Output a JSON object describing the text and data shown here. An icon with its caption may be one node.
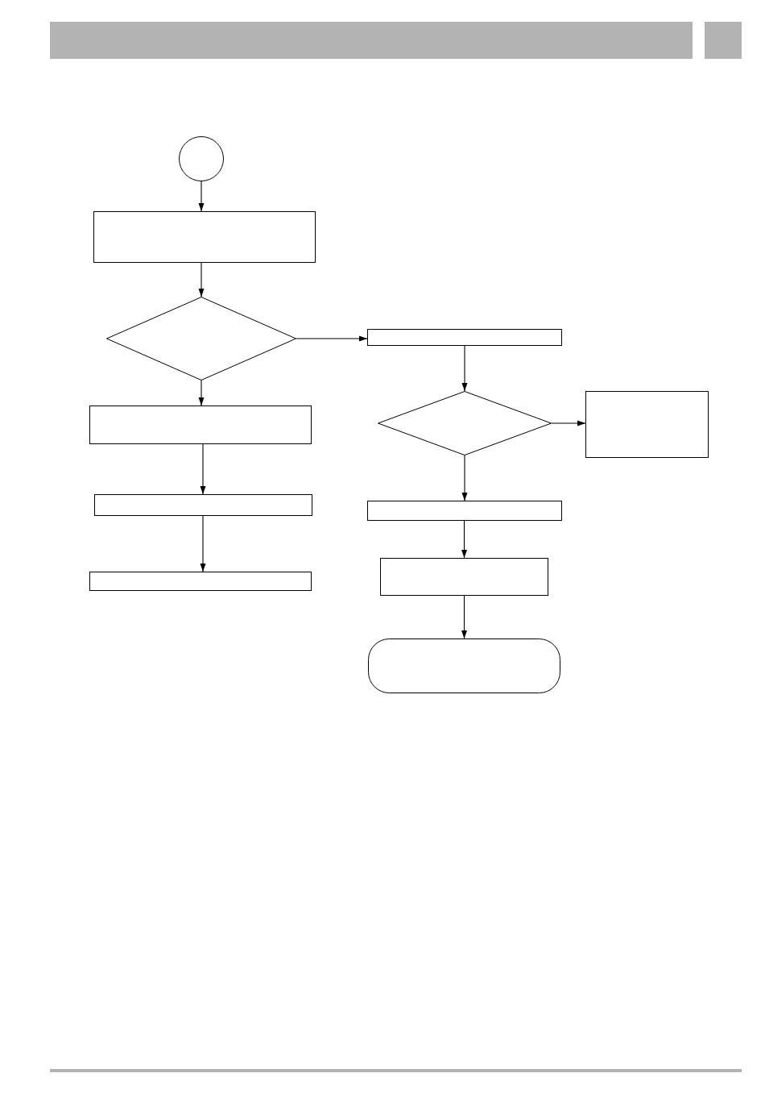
{
  "diagram": {
    "nodes": [
      {
        "text": [],
        "shape": "circle"
      },
      {
        "text": [],
        "shape": "box"
      },
      {
        "text": [],
        "shape": "diamond"
      },
      {
        "text": [],
        "shape": "box"
      },
      {
        "text": [],
        "shape": "diamond"
      },
      {
        "text": [],
        "shape": "box"
      },
      {
        "text": [],
        "shape": "box"
      },
      {
        "text": [],
        "shape": "box"
      },
      {
        "text": [],
        "shape": "box"
      },
      {
        "text": [],
        "shape": "box"
      },
      {
        "text": [],
        "shape": "box"
      },
      {
        "text": [],
        "shape": "pill"
      }
    ],
    "edges": [
      {
        "from": 0,
        "to": 1,
        "arrow": "to"
      },
      {
        "from": 1,
        "to": 2,
        "arrow": "to"
      },
      {
        "from": 2,
        "to": 3,
        "arrow": "to"
      },
      {
        "from": 2,
        "to": 6,
        "arrow": "to"
      },
      {
        "from": 3,
        "to": 4,
        "arrow": "to"
      },
      {
        "from": 4,
        "to": 5,
        "arrow": "to"
      },
      {
        "from": 4,
        "to": 8,
        "arrow": "to"
      },
      {
        "from": 6,
        "to": 7,
        "arrow": "to"
      },
      {
        "from": 7,
        "to": 10,
        "arrow": "to"
      },
      {
        "from": 8,
        "to": 9,
        "arrow": "to"
      },
      {
        "from": 9,
        "to": 11,
        "arrow": "to"
      }
    ]
  }
}
